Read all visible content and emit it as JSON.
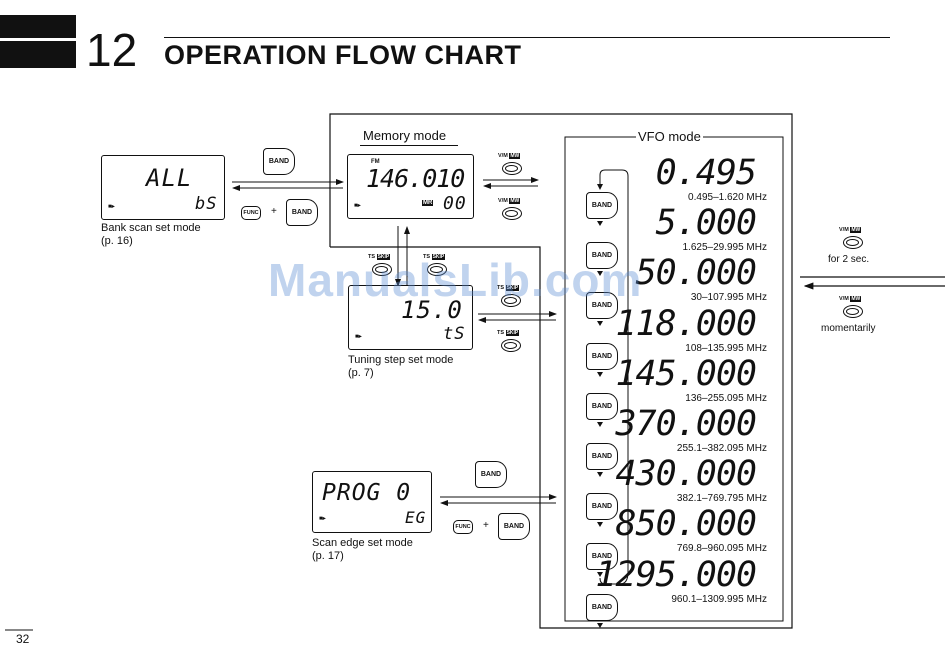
{
  "header": {
    "chapter_number": "12",
    "title": "OPERATION FLOW CHART"
  },
  "memory_mode": {
    "label": "Memory mode",
    "display": {
      "indicator": "FM",
      "frequency": "146.010",
      "mr": "MR",
      "channel": "00"
    }
  },
  "vfo_mode": {
    "label": "VFO mode"
  },
  "bank_scan": {
    "display_main": "ALL",
    "display_sub": "bS",
    "caption_line1": "Bank scan set mode",
    "caption_line2": "(p. 16)"
  },
  "tuning_step": {
    "display_main": "15.0",
    "display_sub": "tS",
    "caption_line1": "Tuning step set mode",
    "caption_line2": "(p. 7)"
  },
  "scan_edge": {
    "display_main": "PROG 0",
    "display_sub": "EG",
    "caption_line1": "Scan edge set mode",
    "caption_line2": "(p. 17)"
  },
  "keys": {
    "band": "BAND",
    "func": "FUNC",
    "plus": "+",
    "vm": "V/M",
    "mw": "MW",
    "ts": "TS",
    "skip": "SKIP"
  },
  "right_notes": {
    "hold": "for 2 sec.",
    "momentary": "momentarily"
  },
  "bands": [
    {
      "display": "0.495",
      "range": "0.495–1.620 MHz"
    },
    {
      "display": "5.000",
      "range": "1.625–29.995 MHz"
    },
    {
      "display": "50.000",
      "range": "30–107.995 MHz"
    },
    {
      "display": "118.000",
      "range": "108–135.995 MHz"
    },
    {
      "display": "145.000",
      "range": "136–255.095 MHz"
    },
    {
      "display": "370.000",
      "range": "255.1–382.095 MHz"
    },
    {
      "display": "430.000",
      "range": "382.1–769.795 MHz"
    },
    {
      "display": "850.000",
      "range": "769.8–960.095 MHz"
    },
    {
      "display": "1295.000",
      "range": "960.1–1309.995 MHz"
    }
  ],
  "watermark": "ManualsLib.com",
  "page_number": "32"
}
